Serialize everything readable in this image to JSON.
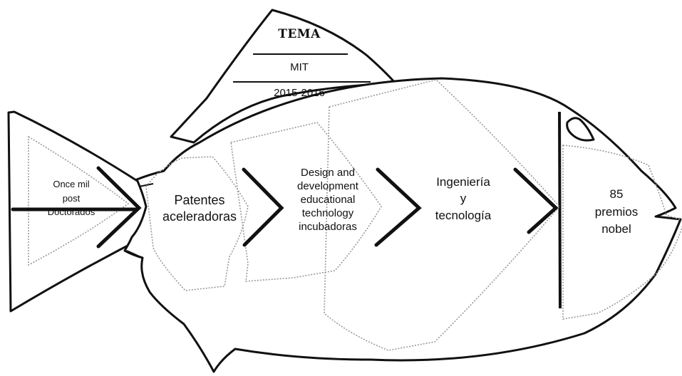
{
  "tema": {
    "title": "TEMA",
    "subject": "MIT",
    "period": "2015-2016"
  },
  "segments": [
    {
      "id": "tail",
      "text": "Once mil\npost\nDoctorados"
    },
    {
      "id": "patentes",
      "text": "Patentes\naceleradoras"
    },
    {
      "id": "design",
      "text": "Design and\ndevelopment\neducational\ntechnology\nincubadoras"
    },
    {
      "id": "ingenieria",
      "text": "Ingeniería\ny\ntecnología"
    },
    {
      "id": "head",
      "text": "85\npremios\nnobel"
    }
  ]
}
